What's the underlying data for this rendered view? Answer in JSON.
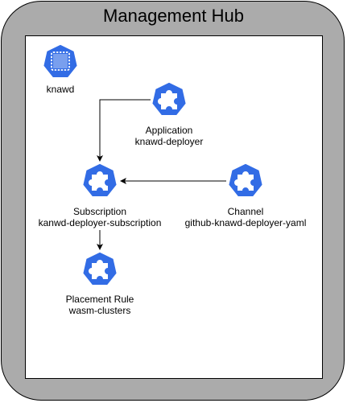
{
  "hub": {
    "title": "Management Hub"
  },
  "colors": {
    "frame": "#ababab",
    "icon": "#326ce5",
    "inner": "#ffffff",
    "edge": "#000000"
  },
  "nodes": {
    "namespace": {
      "icon": "namespace-icon",
      "label": "knawd"
    },
    "application": {
      "icon": "puzzle-icon",
      "kind": "Application",
      "name": "knawd-deployer"
    },
    "subscription": {
      "icon": "puzzle-icon",
      "kind": "Subscription",
      "name": "kanwd-deployer-subscription"
    },
    "channel": {
      "icon": "puzzle-icon",
      "kind": "Channel",
      "name": "github-knawd-deployer-yaml"
    },
    "placement_rule": {
      "icon": "puzzle-icon",
      "kind": "Placement Rule",
      "name": "wasm-clusters"
    }
  }
}
